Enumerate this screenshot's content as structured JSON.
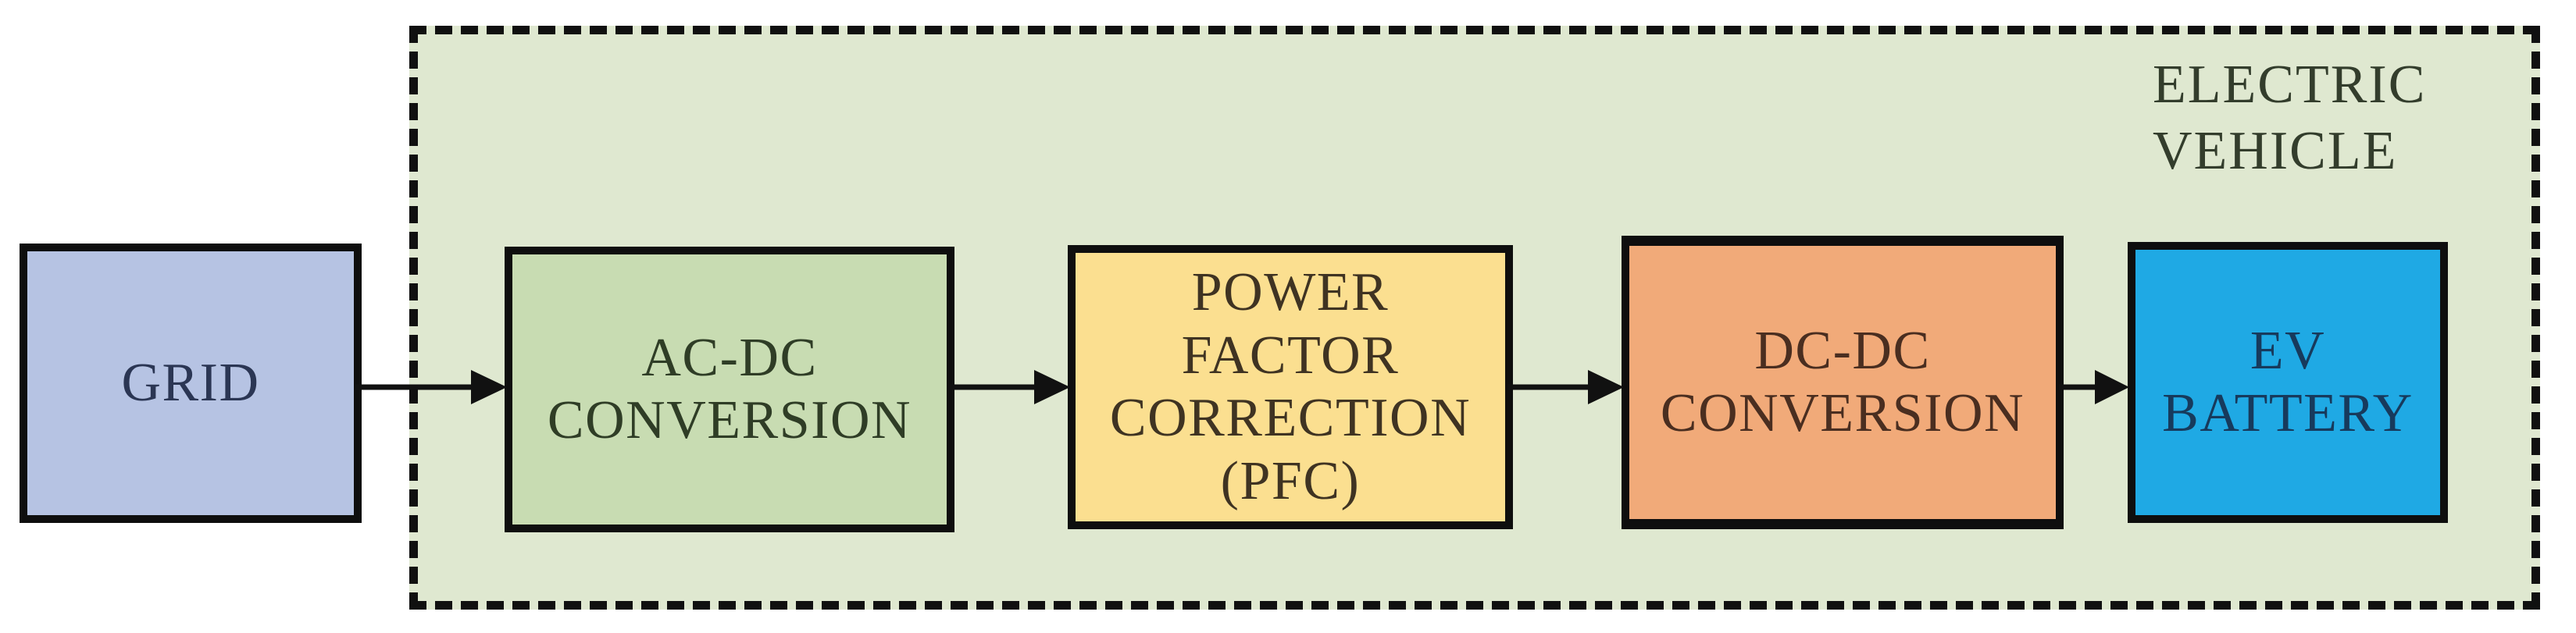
{
  "container": {
    "label": "ELECTRIC\nVEHICLE",
    "fill": "#dfe8d0",
    "border_color": "#101010",
    "label_color": "#333d2c"
  },
  "blocks": [
    {
      "id": "grid",
      "label": "GRID",
      "fill": "#b6c3e3",
      "label_color": "#2b3654"
    },
    {
      "id": "ac-dc-conversion",
      "label": "AC-DC\nCONVERSION",
      "fill": "#c8dcb2",
      "label_color": "#2f3d26"
    },
    {
      "id": "power-factor-correction",
      "label": "POWER\nFACTOR\nCORRECTION\n(PFC)",
      "fill": "#fbdf90",
      "label_color": "#3f3322"
    },
    {
      "id": "dc-dc-conversion",
      "label": "DC-DC\nCONVERSION",
      "fill": "#f1aa79",
      "label_color": "#4a2e20"
    },
    {
      "id": "ev-battery",
      "label": "EV\nBATTERY",
      "fill": "#1fa9e4",
      "label_color": "#173a5c"
    }
  ],
  "arrows": [
    {
      "from": "grid",
      "to": "ac-dc-conversion"
    },
    {
      "from": "ac-dc-conversion",
      "to": "power-factor-correction"
    },
    {
      "from": "power-factor-correction",
      "to": "dc-dc-conversion"
    },
    {
      "from": "dc-dc-conversion",
      "to": "ev-battery"
    }
  ],
  "arrow_color": "#111111",
  "box_border_color": "#0e0e0e"
}
